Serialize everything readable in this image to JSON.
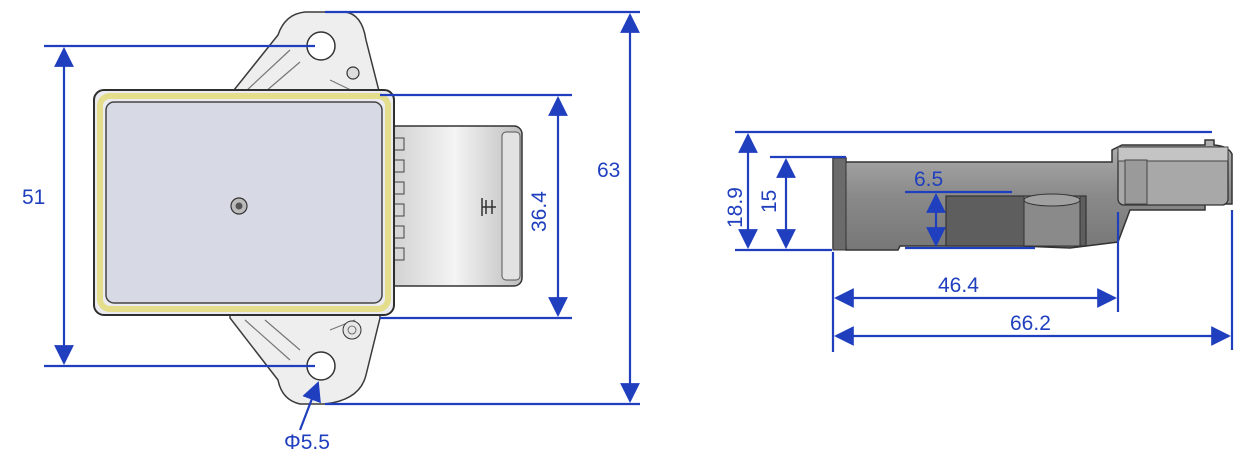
{
  "colors": {
    "dimension": "#1f3fbf",
    "body_fill": "#f0f0f3",
    "cover_fill": "#d9dbe6",
    "gasket": "#e8e39a",
    "outline": "#3a3a3a",
    "side_fill": "#8c8c8c",
    "side_dark": "#5c5c5c"
  },
  "front_view": {
    "width_label": "51",
    "height_total_label": "63",
    "connector_height_label": "36.4",
    "hole_diameter_label": "Φ5.5"
  },
  "side_view": {
    "total_height_label": "18.9",
    "body_height_label": "15",
    "step_label": "6.5",
    "body_length_label": "46.4",
    "total_length_label": "66.2"
  }
}
